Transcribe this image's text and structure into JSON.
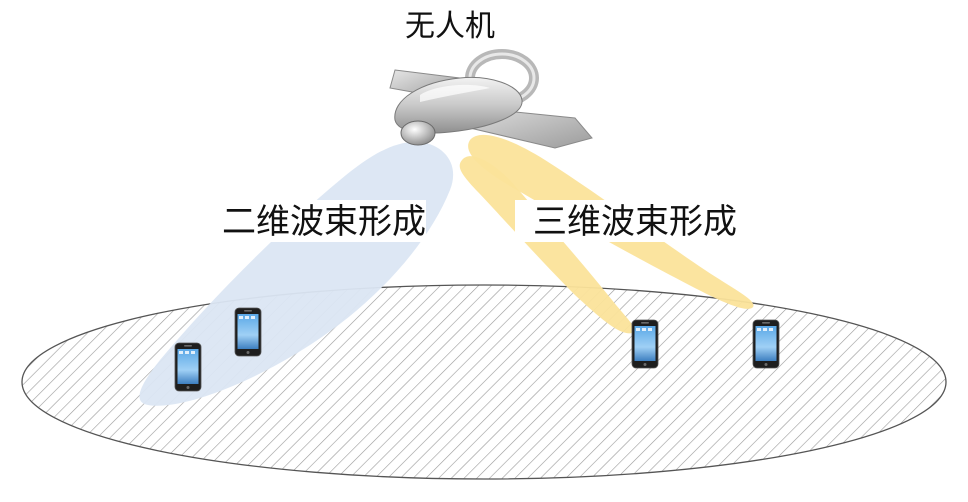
{
  "diagram": {
    "uav_label": "无人机",
    "beam_2d_label": "二维波束形成",
    "beam_3d_label": "三维波束形成"
  },
  "nodes": {
    "uav": {
      "icon": "drone-icon"
    },
    "phones": [
      {
        "icon": "smartphone-icon",
        "beam": "2d"
      },
      {
        "icon": "smartphone-icon",
        "beam": "2d"
      },
      {
        "icon": "smartphone-icon",
        "beam": "3d"
      },
      {
        "icon": "smartphone-icon",
        "beam": "3d"
      }
    ]
  },
  "colors": {
    "beam_2d": "#dbe6f3",
    "beam_3d": "#fbe39a",
    "ground_hatch": "#9a9a9a",
    "ground_outline": "#555555",
    "uav_body": "#c8c8c8"
  }
}
